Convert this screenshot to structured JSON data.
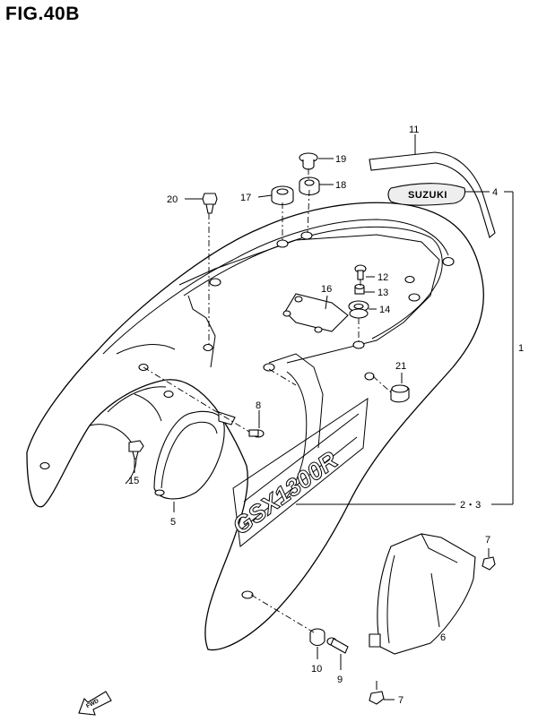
{
  "figure": {
    "title": "FIG.40B"
  },
  "brand_decal": "SUZUKI",
  "model_decal": "GSX1300R",
  "fwd_label": "FWD",
  "callouts": {
    "c1": "1",
    "c23": "2・3",
    "c4": "4",
    "c5": "5",
    "c6": "6",
    "c7a": "7",
    "c7b": "7",
    "c8": "8",
    "c9": "9",
    "c10": "10",
    "c11": "11",
    "c12": "12",
    "c13": "13",
    "c14": "14",
    "c15": "15",
    "c16": "16",
    "c17": "17",
    "c18": "18",
    "c19": "19",
    "c20": "20",
    "c21": "21"
  }
}
